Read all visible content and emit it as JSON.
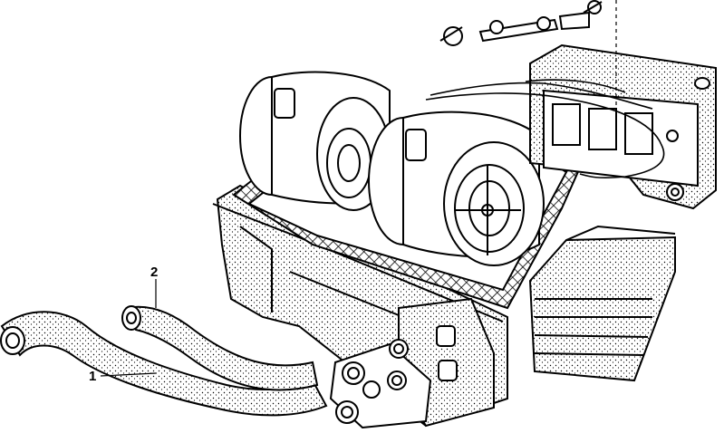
{
  "diagram": {
    "callouts": [
      {
        "id": "1",
        "text": "1"
      },
      {
        "id": "2",
        "text": "2"
      }
    ],
    "colors": {
      "line": "#000000",
      "background": "#ffffff",
      "fill": "#ffffff"
    }
  }
}
